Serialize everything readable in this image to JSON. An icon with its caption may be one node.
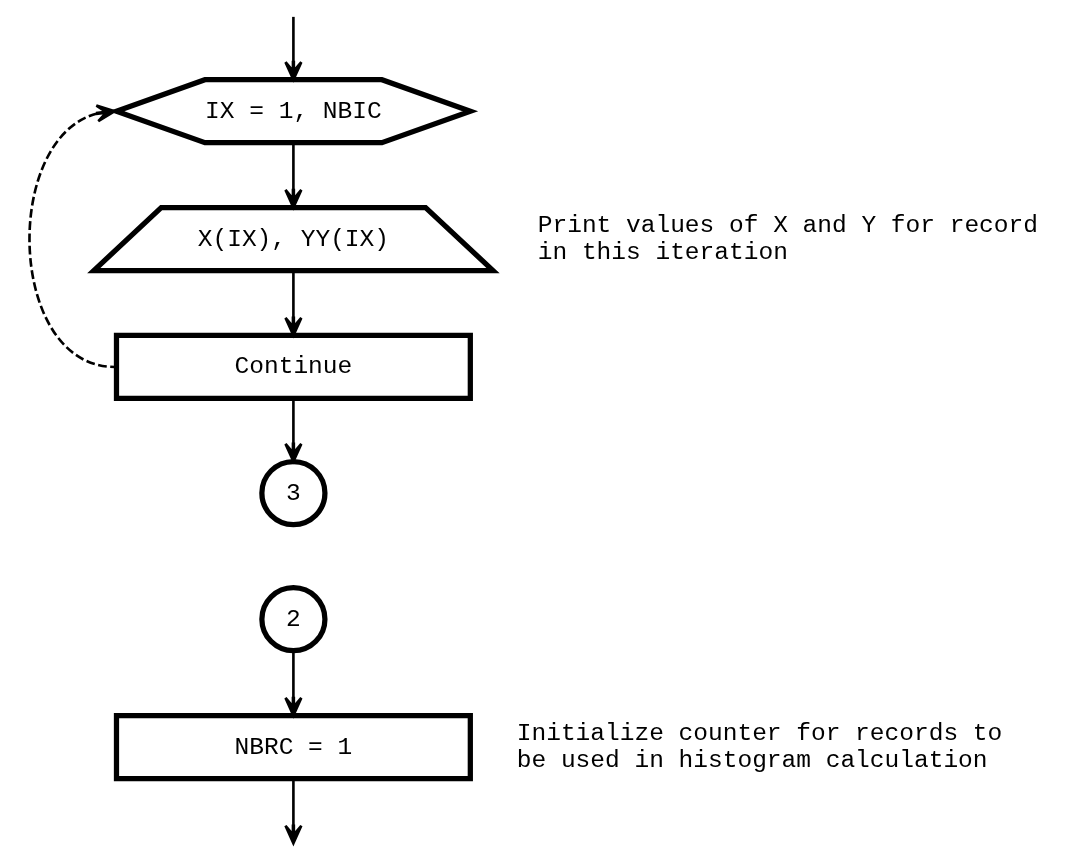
{
  "diagram": {
    "nodes": [
      {
        "text": [
          "IX = 1, NBIC"
        ]
      },
      {
        "text": [
          "X(IX), YY(IX)"
        ],
        "beside": [
          "Print values of X and Y for record in this iteration"
        ]
      },
      {
        "text": [
          "Continue"
        ]
      },
      {
        "text": [
          "3"
        ]
      },
      {
        "text": [
          "2"
        ]
      },
      {
        "text": [
          "NBRC = 1"
        ],
        "beside": [
          "Initialize counter for records to be used in histogram calculation"
        ]
      }
    ],
    "edges": [
      {
        "from": null,
        "to": 0,
        "arrow": "to"
      },
      {
        "from": 0,
        "to": 1,
        "arrow": "to"
      },
      {
        "from": 1,
        "to": 2,
        "arrow": "to"
      },
      {
        "from": 2,
        "to": 0,
        "arrow": "to",
        "style": "dashed"
      },
      {
        "from": 2,
        "to": 3,
        "arrow": "to"
      },
      {
        "from": 4,
        "to": 5,
        "arrow": "to"
      },
      {
        "from": 5,
        "to": null,
        "arrow": "to"
      }
    ]
  }
}
